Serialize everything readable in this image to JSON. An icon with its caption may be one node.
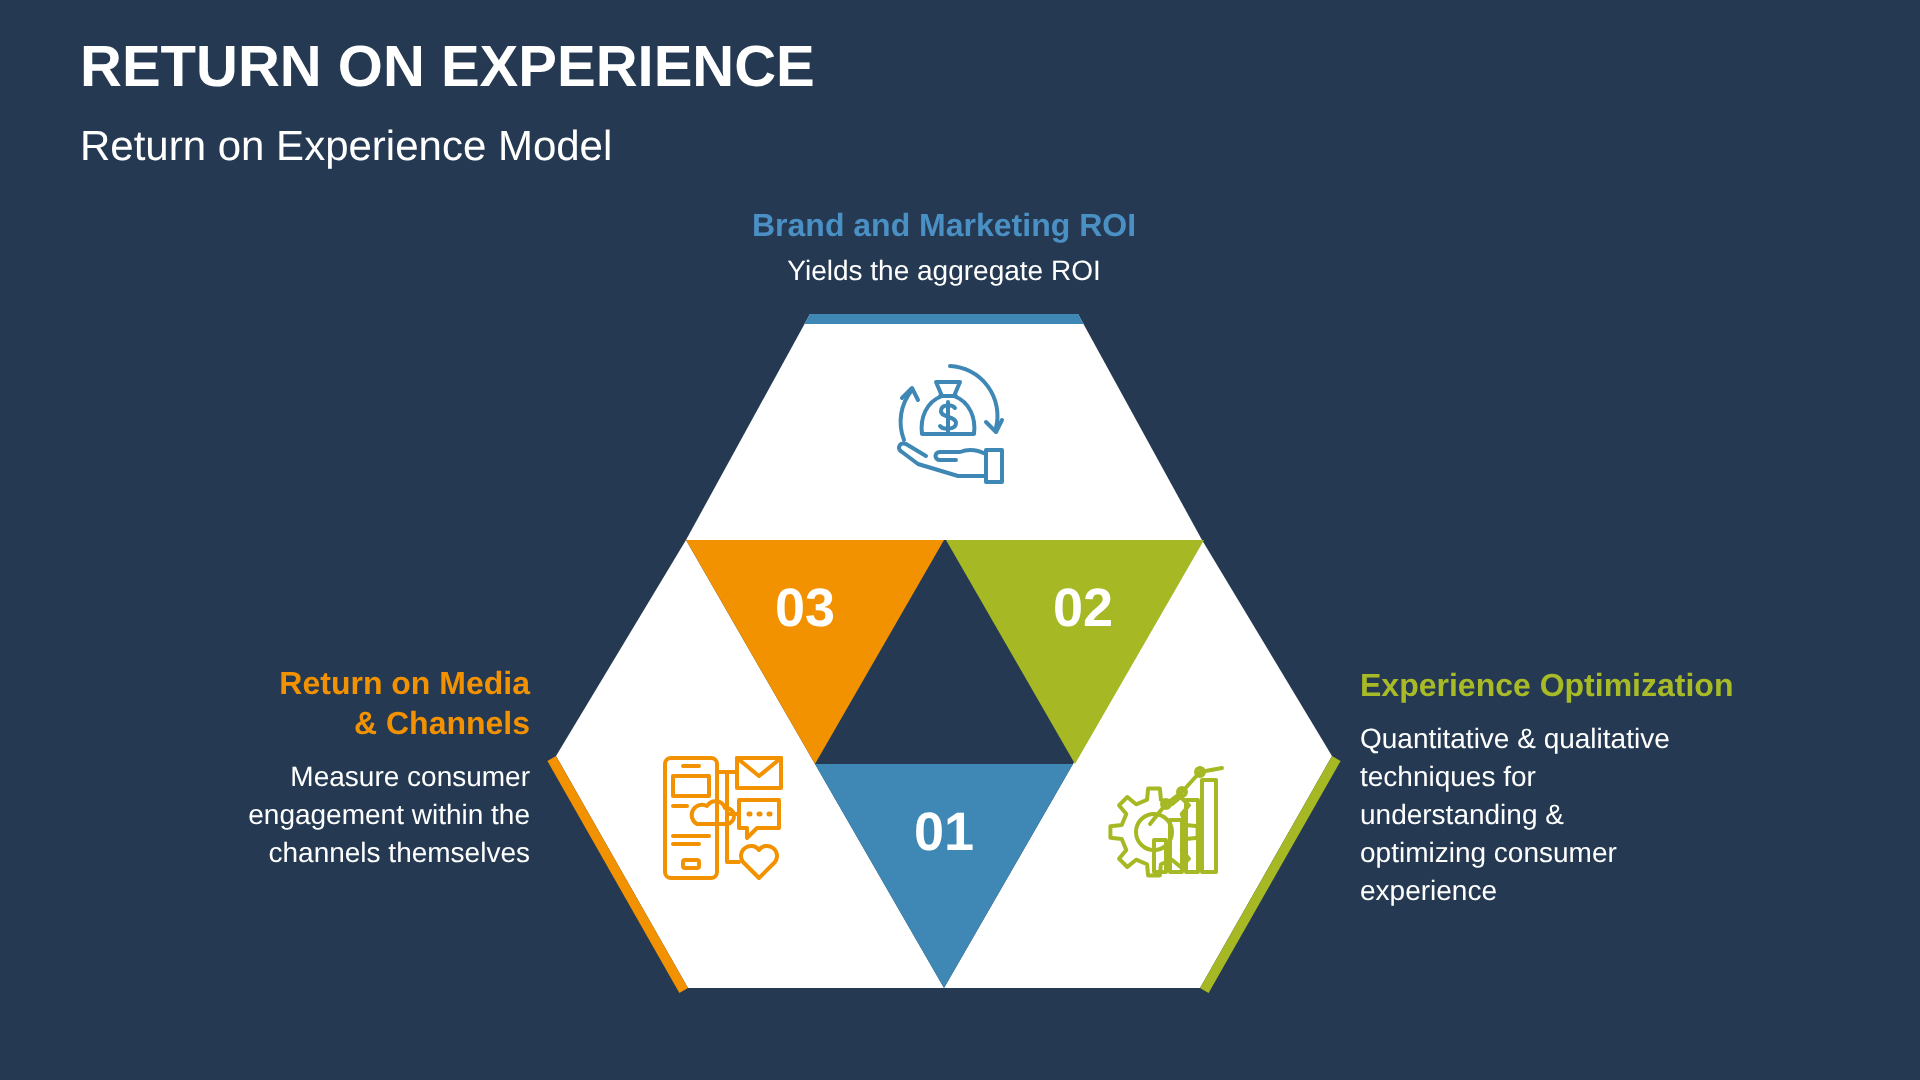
{
  "diagram": {
    "title": "RETURN ON EXPERIENCE",
    "nodes": [
      {
        "text": [
          "Brand and Marketing ROI",
          "Yields the aggregate ROI"
        ]
      },
      {
        "text": [
          "03"
        ]
      },
      {
        "text": [
          "02"
        ]
      },
      {
        "text": [
          "Return on Media & Channels",
          "Measure consumer engagement within the channels themselves"
        ]
      },
      {
        "text": [
          "Experience Optimization",
          "Quantitative & qualitative techniques for understanding & optimizing consumer experience"
        ]
      },
      {
        "text": [
          "01"
        ]
      }
    ],
    "labels": [
      "Return on Experience Model"
    ]
  }
}
